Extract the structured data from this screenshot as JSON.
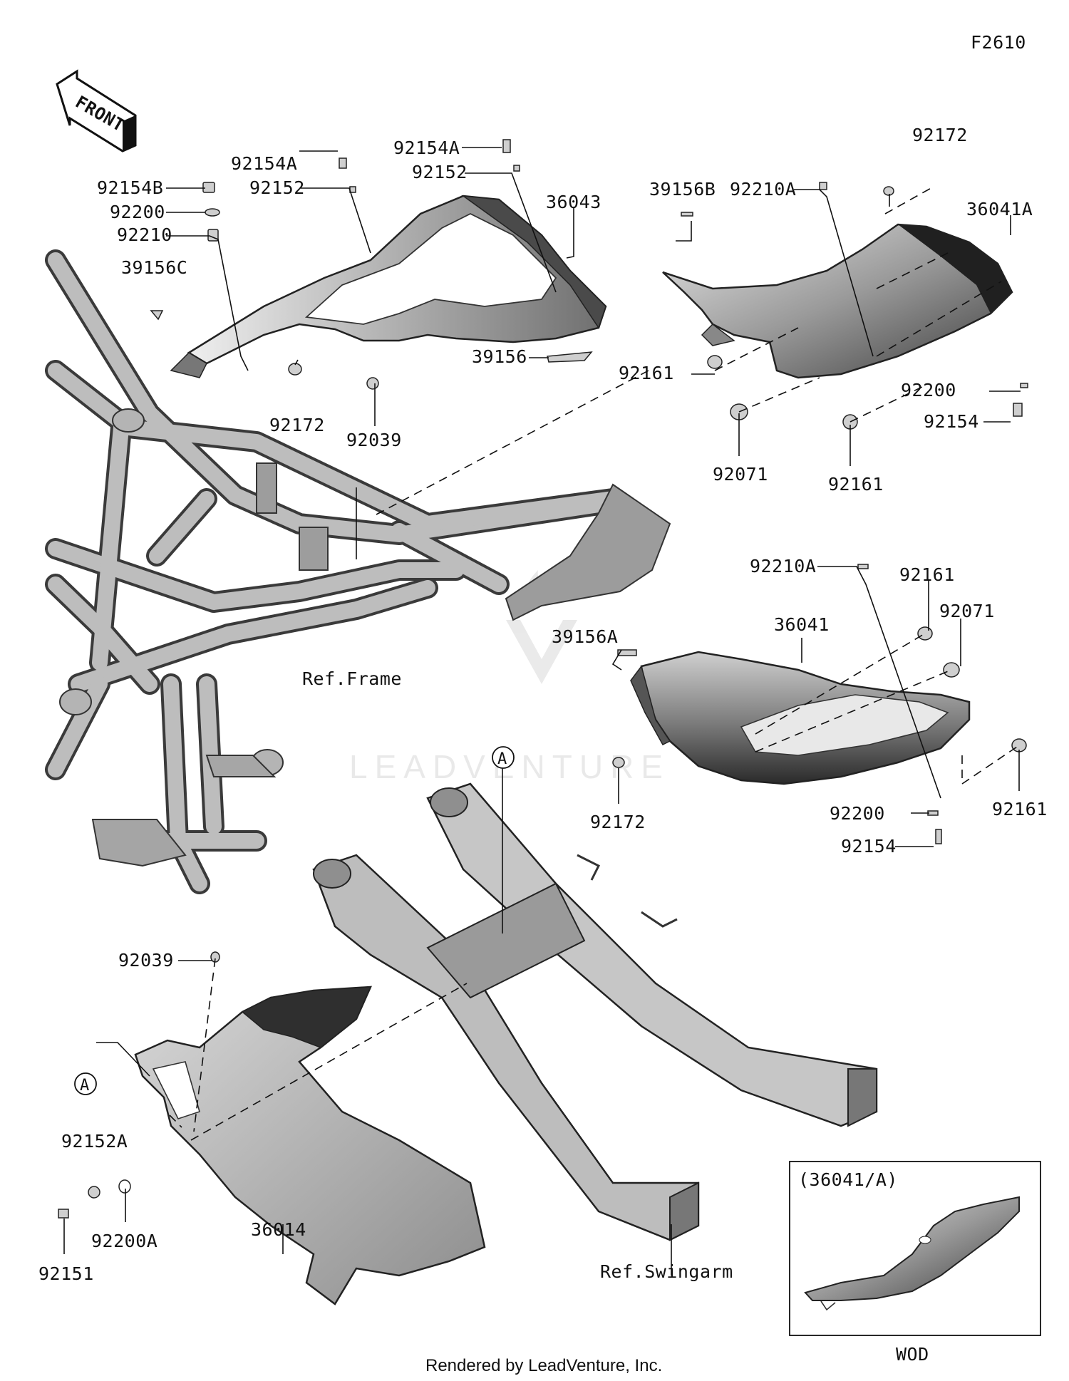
{
  "figure_code": "F2610",
  "front_label": "FRONT",
  "callout_letter": "A",
  "parts": {
    "p92154B": "92154B",
    "p92200_left": "92200",
    "p92210": "92210",
    "p39156C": "39156C",
    "p92154A_a": "92154A",
    "p92152_a": "92152",
    "p92154A_b": "92154A",
    "p92152_b": "92152",
    "p36043": "36043",
    "p39156": "39156",
    "p92172_top": "92172",
    "p92039_top": "92039",
    "p39156B": "39156B",
    "p92210A_top": "92210A",
    "p92172_right": "92172",
    "p36041A": "36041A",
    "p92161_a": "92161",
    "p92200_right": "92200",
    "p92154_right": "92154",
    "p92071_a": "92071",
    "p92161_b": "92161",
    "p92210A_mid": "92210A",
    "p92161_c": "92161",
    "p92071_b": "92071",
    "p36041": "36041",
    "p39156A": "39156A",
    "p92172_mid": "92172",
    "p92200_mid": "92200",
    "p92161_d": "92161",
    "p92154_mid": "92154",
    "p92039_bottom": "92039",
    "p92152A": "92152A",
    "p92200A": "92200A",
    "p92151": "92151",
    "p36014": "36014"
  },
  "refs": {
    "frame": "Ref.Frame",
    "swingarm": "Ref.Swingarm"
  },
  "inset": {
    "title": "(36041/A)",
    "caption": "WOD"
  },
  "watermark": "LEADVENTURE",
  "footer": "Rendered by LeadVenture, Inc."
}
